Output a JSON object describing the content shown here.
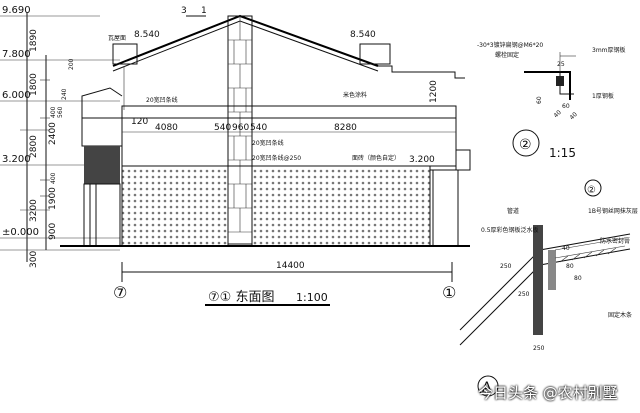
{
  "elevation": {
    "title": "⑦① 东面图",
    "scale": "1:100",
    "start_axis": "⑦",
    "end_axis": "①",
    "total_length": "14400",
    "levels": [
      "9.690",
      "7.800",
      "6.000",
      "3.200",
      "±0.000"
    ],
    "roof_levels": [
      "8.540",
      "8.540"
    ],
    "eave_level": "3.200",
    "left_dims": [
      "1890",
      "1800",
      "2800",
      "2400",
      "1900",
      "3200",
      "900",
      "300"
    ],
    "left_inner_dims": [
      "200",
      "240",
      "400",
      "560",
      "400"
    ],
    "span_dims": [
      "4080",
      "540",
      "960",
      "540",
      "8280"
    ],
    "dim_120": "120",
    "right_dim": "1200",
    "section_mark": "3",
    "section_sub": "1",
    "annotations": {
      "tile_roof": "瓦屋面",
      "line_20a": "20宽凹条线",
      "color_paint": "米色涂料",
      "line_20b": "20宽凹条线",
      "line_20c": "20宽凹条线@250",
      "wall_tile": "面砖（颜色自定）"
    }
  },
  "detail2": {
    "circle": "②",
    "scale": "1:15",
    "labels": {
      "angle": "-30*3镀锌扁钢@M6*20",
      "bolt": "螺栓固定",
      "sheet": "3mm厚钢板",
      "sheet2": "1厚钢板"
    },
    "dims": [
      "25",
      "60",
      "60",
      "40",
      "40"
    ]
  },
  "detailA": {
    "circle": "A",
    "labels": {
      "pipe": "管道",
      "circle2": "②",
      "steel": "1B号钢丝网抹灰层",
      "waterproof": "0.5厚彩色钢板泛水板",
      "seal": "防水密封膏",
      "fixing": "固定木条"
    },
    "dims": [
      "250",
      "80",
      "250",
      "80",
      "40",
      "250"
    ]
  },
  "watermark": "今日头条 @农村别墅"
}
